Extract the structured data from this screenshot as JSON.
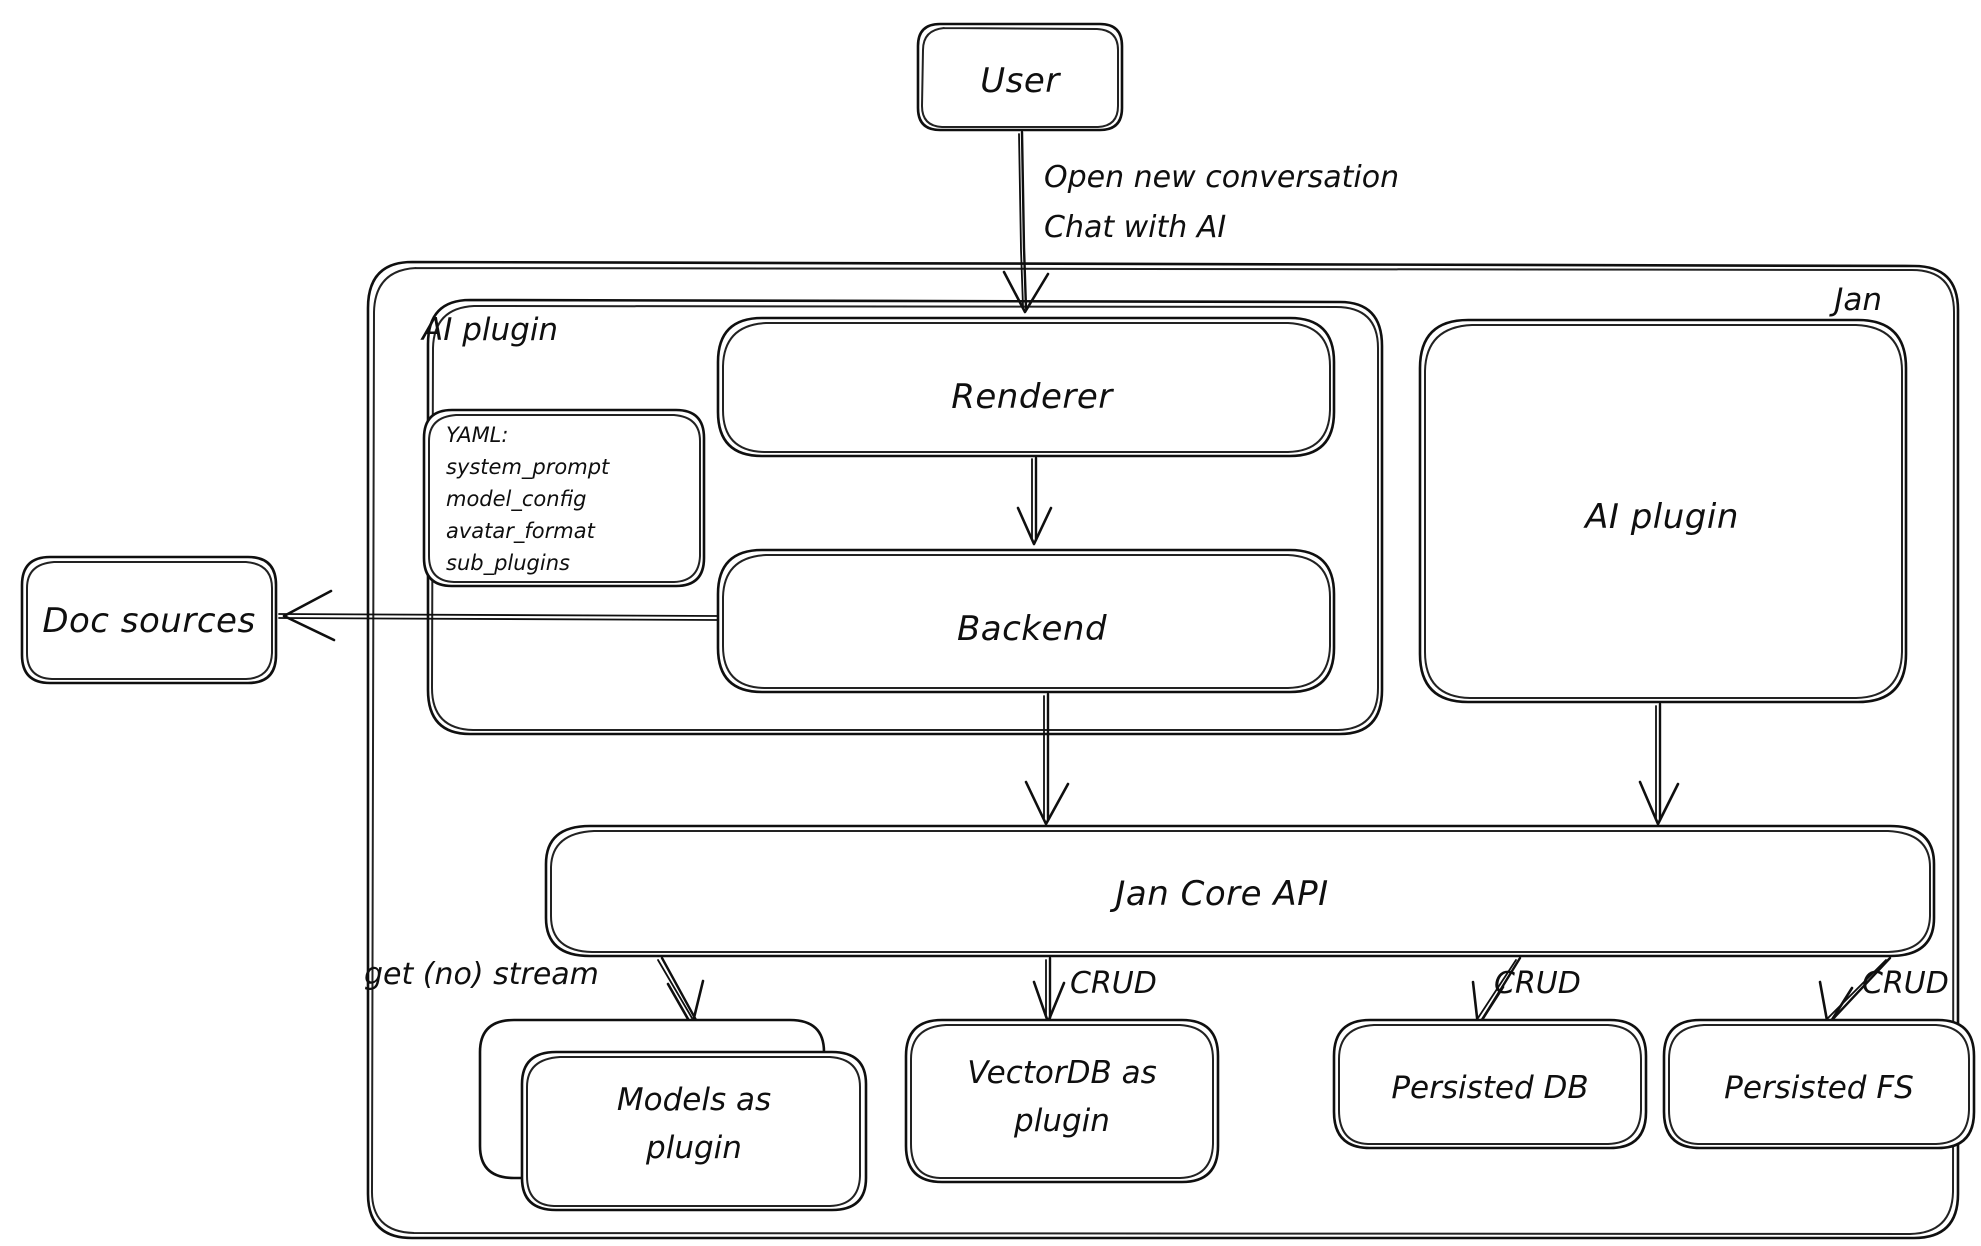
{
  "diagram": {
    "title": "Jan architecture diagram",
    "style": "hand-drawn sketch",
    "stroke_color": "#0f0f0f",
    "background_color": "#ffffff"
  },
  "groups": {
    "jan": {
      "label": "Jan"
    },
    "ai_plugin_group": {
      "label": "AI plugin"
    }
  },
  "nodes": {
    "user": {
      "label": "User"
    },
    "renderer": {
      "label": "Renderer"
    },
    "backend": {
      "label": "Backend"
    },
    "ai_plugin_box": {
      "label": "AI plugin"
    },
    "doc_sources": {
      "label": "Doc sources"
    },
    "jan_core_api": {
      "label": "Jan Core API"
    },
    "models_plugin": {
      "label_line1": "Models as",
      "label_line2": "plugin"
    },
    "vectordb_plugin": {
      "label_line1": "VectorDB as",
      "label_line2": "plugin"
    },
    "persisted_db": {
      "label": "Persisted DB"
    },
    "persisted_fs": {
      "label": "Persisted FS"
    }
  },
  "yaml_card": {
    "lines": [
      "YAML:",
      "system_prompt",
      "model_config",
      "avatar_format",
      "sub_plugins"
    ]
  },
  "edges": {
    "user_to_renderer": {
      "label_line1": "Open new conversation",
      "label_line2": "Chat with AI"
    },
    "renderer_to_backend": {
      "label": ""
    },
    "backend_to_doc_sources": {
      "label": ""
    },
    "backend_to_core": {
      "label": ""
    },
    "ai_plugin_to_core": {
      "label": ""
    },
    "core_to_models": {
      "label": "get (no) stream"
    },
    "core_to_vectordb": {
      "label": "CRUD"
    },
    "core_to_persisted_db": {
      "label": "CRUD"
    },
    "core_to_persisted_fs": {
      "label": "CRUD"
    }
  }
}
